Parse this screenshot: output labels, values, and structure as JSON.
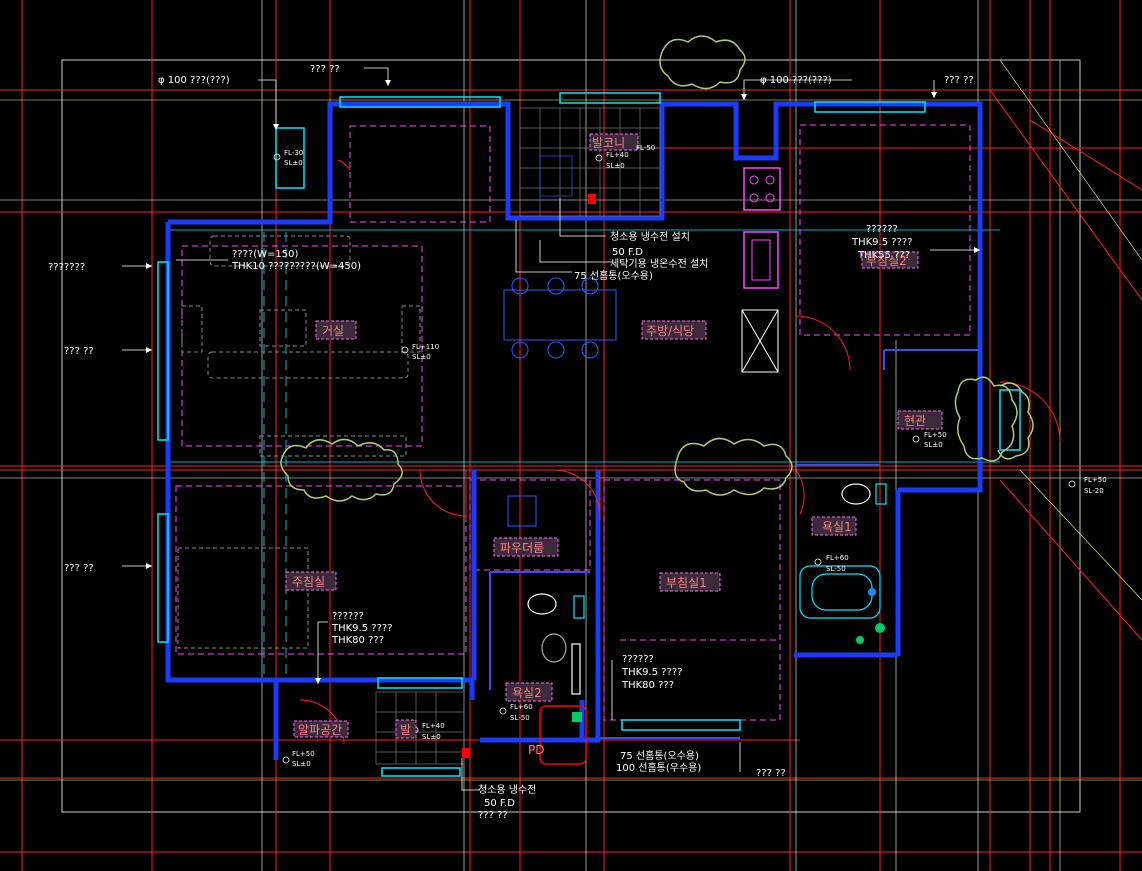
{
  "colors": {
    "background": "#000000",
    "wall": "#1a3cff",
    "grid_red": "#ff2020",
    "grid_white": "#ffffff",
    "grid_yellow": "#ffff66",
    "dim_cyan": "#00e5ff",
    "dashed_magenta": "#ff44ff",
    "tree": "#aacc77",
    "room_label": "#ff8080",
    "fixture_red": "#ff0000"
  },
  "rooms": {
    "living": "거실",
    "kitchen": "주방/식당",
    "powder": "파우더룸",
    "master_bed": "주침실",
    "bed1": "부침실1",
    "bath1": "욕실1",
    "bath2": "욕실2",
    "entrance": "현관",
    "balcony_top": "발코니",
    "balcony_bottom": "발",
    "alpha_room": "알파공간",
    "bed2": "부침실2",
    "pd": "PD"
  },
  "levels": {
    "fl_m30": "FL-30",
    "fl_p40": "FL+40",
    "fl_p110": "FL+110",
    "fl_m50": "FL-50",
    "fl_p60": "FL+60",
    "fl_p50": "FL+50",
    "sl_0": "SL±0",
    "sl_m50": "SL-50",
    "sl_m20": "SL-20",
    "fl_p40b": "FL+40",
    "fl_50b": "FL+50"
  },
  "notes": {
    "top_left_pipe": "φ 100 ???(???)",
    "top_q1": "??? ??",
    "top_right_pipe": "φ 100 ???(???)",
    "top_right_q": "??? ??",
    "left_q1": "???????",
    "left_q2": "??? ??",
    "left_q3": "??? ??",
    "insul_w150": "????(W=150)",
    "insul_thk10": "THK10 ?????????(W=450)",
    "clean_cold": "청소용 냉수전 설치",
    "fd50": "50 F.D",
    "washer": "세탁기용 냉온수전 설치",
    "drain75": "75 선홈통(오수용)",
    "br_q": "??????",
    "br_thk95": "THK9.5 ????",
    "br_thk55": "THK55 ???",
    "mid_q": "??????",
    "mid_thk95": "THK9.5 ????",
    "mid_thk80": "THK80 ???",
    "low_q": "??????",
    "low_thk95": "THK9.5 ????",
    "low_thk80": "THK80 ???",
    "drain75b": "75 선홈통(오수용)",
    "drain100": "100 선홈통(우수용)",
    "bottom_q": "??? ??",
    "clean_cold2": "청소용 냉수전",
    "fd50b": "50 F.D",
    "bottom_q2": "??? ??"
  }
}
